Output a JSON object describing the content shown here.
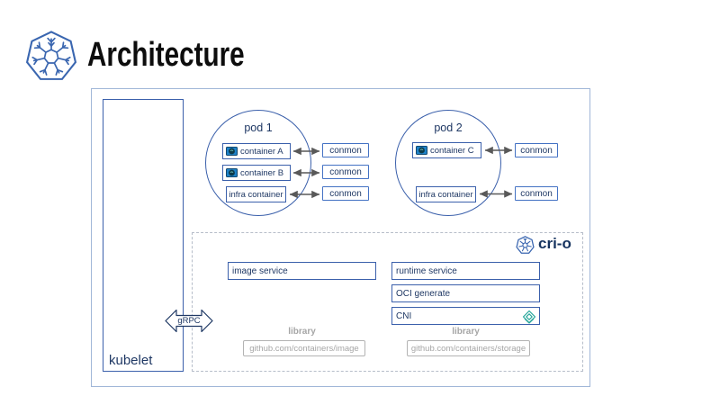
{
  "header": {
    "title": "Architecture"
  },
  "icons": {
    "crio_logo": "snowflake-in-heptagon",
    "container": "blue-container-box",
    "cni": "teal-layered-diamond",
    "grpc_connector": "double-headed-arrow"
  },
  "architecture": {
    "kubelet": "kubelet",
    "grpc": "gRPC",
    "pod1": {
      "title": "pod 1",
      "containers": [
        "container A",
        "container B",
        "infra container"
      ],
      "conmons": [
        "conmon",
        "conmon",
        "conmon"
      ]
    },
    "pod2": {
      "title": "pod 2",
      "containers": [
        "container C",
        "infra container"
      ],
      "conmons": [
        "conmon",
        "conmon"
      ]
    },
    "crio": {
      "title": "cri-o",
      "image_service": "image service",
      "runtime_service": "runtime service",
      "oci_generate": "OCI generate",
      "cni": "CNI",
      "library_left": {
        "heading": "library",
        "repo": "github.com/containers/image"
      },
      "library_right": {
        "heading": "library",
        "repo": "github.com/containers/storage"
      }
    }
  },
  "colors": {
    "line_blue": "#3b60ab",
    "conmon_border": "#4472c4",
    "text_navy": "#1f3864",
    "outer_border": "#a0b6d8",
    "dashed_border": "#b6bdc9",
    "library_gray": "#a6a6a6",
    "arrow_gray": "#595959",
    "cni_teal": "#26a69a",
    "container_icon_blue": "#1e82c8"
  }
}
